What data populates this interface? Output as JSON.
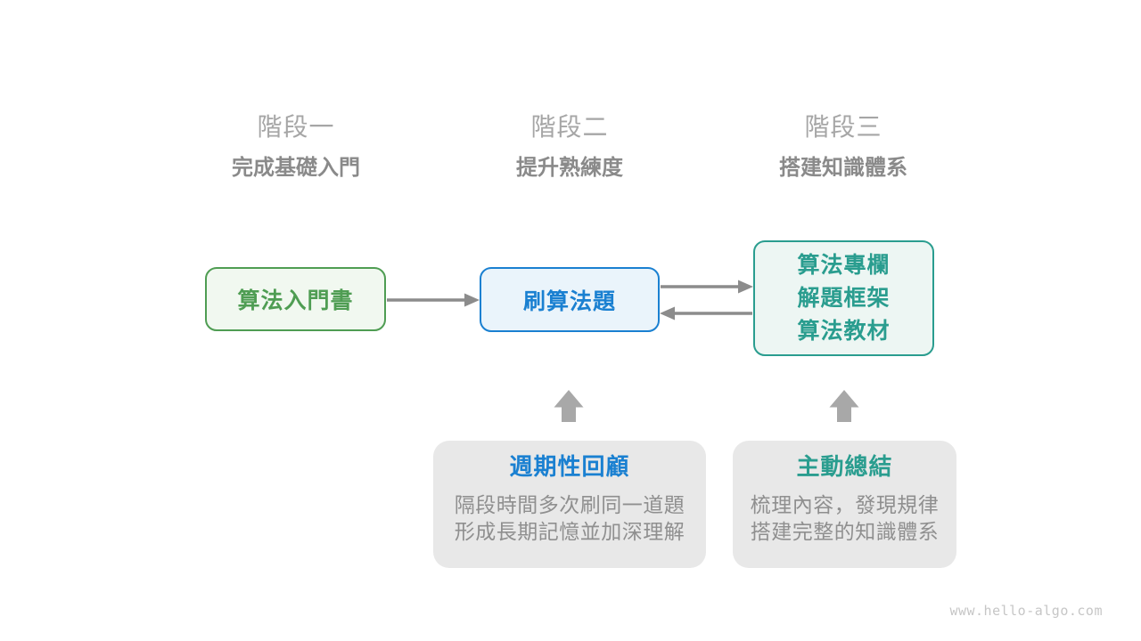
{
  "page": {
    "watermark": "www.hello-algo.com"
  },
  "stages": [
    {
      "label": "階段一",
      "subtitle": "完成基礎入門"
    },
    {
      "label": "階段二",
      "subtitle": "提升熟練度"
    },
    {
      "label": "階段三",
      "subtitle": "搭建知識體系"
    }
  ],
  "nodes": {
    "intro_book": {
      "label": "算法入門書"
    },
    "practice": {
      "label": "刷算法題"
    },
    "advanced": {
      "items": [
        "算法專欄",
        "解題框架",
        "算法教材"
      ]
    }
  },
  "callouts": {
    "review": {
      "title": "週期性回顧",
      "lines": [
        "隔段時間多次刷同一道題",
        "形成長期記憶並加深理解"
      ]
    },
    "summary": {
      "title": "主動總結",
      "lines": [
        "梳理內容，發現規律",
        "搭建完整的知識體系"
      ]
    }
  },
  "colors": {
    "green_accent": "#4f9d53",
    "green_fill": "#f1f8f0",
    "blue_accent": "#1a80d1",
    "blue_fill": "#eaf4fb",
    "teal_accent": "#2a9d8f",
    "teal_fill": "#edf6f3",
    "arrow": "#8c8c8c",
    "up_arrow": "#a8a8a8",
    "callout_bg": "#e8e8e8",
    "stage_label": "#a6a6a6",
    "stage_subtitle": "#8a8a8a",
    "body_text": "#8f8f8f",
    "watermark": "#c6c6c6"
  }
}
